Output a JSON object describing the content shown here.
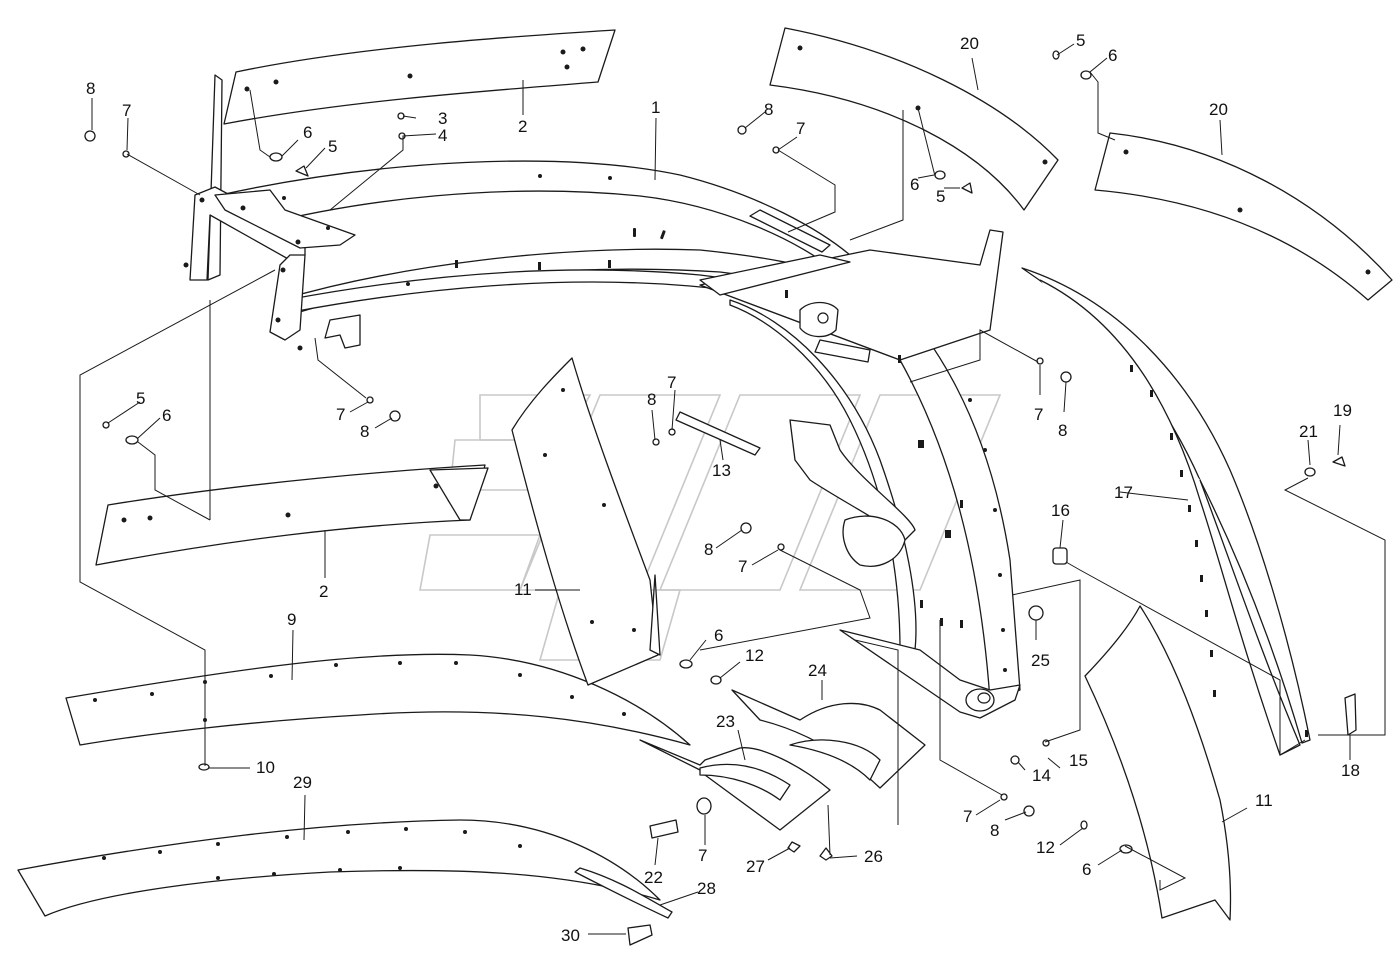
{
  "diagram": {
    "type": "exploded parts diagram",
    "callouts": [
      {
        "id": "c-1",
        "label": "1"
      },
      {
        "id": "c-2a",
        "label": "2"
      },
      {
        "id": "c-2b",
        "label": "2"
      },
      {
        "id": "c-3",
        "label": "3"
      },
      {
        "id": "c-4",
        "label": "4"
      },
      {
        "id": "c-5a",
        "label": "5"
      },
      {
        "id": "c-5b",
        "label": "5"
      },
      {
        "id": "c-5c",
        "label": "5"
      },
      {
        "id": "c-5d",
        "label": "5"
      },
      {
        "id": "c-6a",
        "label": "6"
      },
      {
        "id": "c-6b",
        "label": "6"
      },
      {
        "id": "c-6c",
        "label": "6"
      },
      {
        "id": "c-6d",
        "label": "6"
      },
      {
        "id": "c-6e",
        "label": "6"
      },
      {
        "id": "c-6f",
        "label": "6"
      },
      {
        "id": "c-7a",
        "label": "7"
      },
      {
        "id": "c-7b",
        "label": "7"
      },
      {
        "id": "c-7c",
        "label": "7"
      },
      {
        "id": "c-7d",
        "label": "7"
      },
      {
        "id": "c-7e",
        "label": "7"
      },
      {
        "id": "c-7f",
        "label": "7"
      },
      {
        "id": "c-7g",
        "label": "7"
      },
      {
        "id": "c-7h",
        "label": "7"
      },
      {
        "id": "c-8a",
        "label": "8"
      },
      {
        "id": "c-8b",
        "label": "8"
      },
      {
        "id": "c-8c",
        "label": "8"
      },
      {
        "id": "c-8d",
        "label": "8"
      },
      {
        "id": "c-8e",
        "label": "8"
      },
      {
        "id": "c-8f",
        "label": "8"
      },
      {
        "id": "c-8g",
        "label": "8"
      },
      {
        "id": "c-9",
        "label": "9"
      },
      {
        "id": "c-10",
        "label": "10"
      },
      {
        "id": "c-11a",
        "label": "11"
      },
      {
        "id": "c-11b",
        "label": "11"
      },
      {
        "id": "c-12a",
        "label": "12"
      },
      {
        "id": "c-12b",
        "label": "12"
      },
      {
        "id": "c-13",
        "label": "13"
      },
      {
        "id": "c-14",
        "label": "14"
      },
      {
        "id": "c-15",
        "label": "15"
      },
      {
        "id": "c-16",
        "label": "16"
      },
      {
        "id": "c-17",
        "label": "17"
      },
      {
        "id": "c-18",
        "label": "18"
      },
      {
        "id": "c-19",
        "label": "19"
      },
      {
        "id": "c-20a",
        "label": "20"
      },
      {
        "id": "c-20b",
        "label": "20"
      },
      {
        "id": "c-21",
        "label": "21"
      },
      {
        "id": "c-22",
        "label": "22"
      },
      {
        "id": "c-23",
        "label": "23"
      },
      {
        "id": "c-24",
        "label": "24"
      },
      {
        "id": "c-25",
        "label": "25"
      },
      {
        "id": "c-26",
        "label": "26"
      },
      {
        "id": "c-27",
        "label": "27"
      },
      {
        "id": "c-28",
        "label": "28"
      },
      {
        "id": "c-29",
        "label": "29"
      },
      {
        "id": "c-30",
        "label": "30"
      }
    ]
  }
}
